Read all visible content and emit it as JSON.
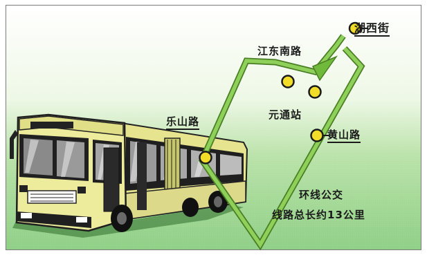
{
  "route": {
    "stops": [
      {
        "id": "huxi",
        "name": "湖西街"
      },
      {
        "id": "jiangdong",
        "name": "江东南路"
      },
      {
        "id": "yuantong",
        "name": "元通站"
      },
      {
        "id": "huangshan",
        "name": "黄山路"
      },
      {
        "id": "leshan",
        "name": "乐山路"
      }
    ],
    "caption_line1": "环线公交",
    "caption_line2": "线路总长约13公里"
  },
  "colors": {
    "route_line": "#7fc04a",
    "route_line_dark": "#5e9a2e",
    "stop_fill": "#f2dc2a",
    "stop_stroke": "#1a1a1a",
    "bus_body": "#ecec9c",
    "bus_trim": "#2a2a2a",
    "gradient_light": "#ffffff",
    "gradient_green": "#9fd49a"
  }
}
